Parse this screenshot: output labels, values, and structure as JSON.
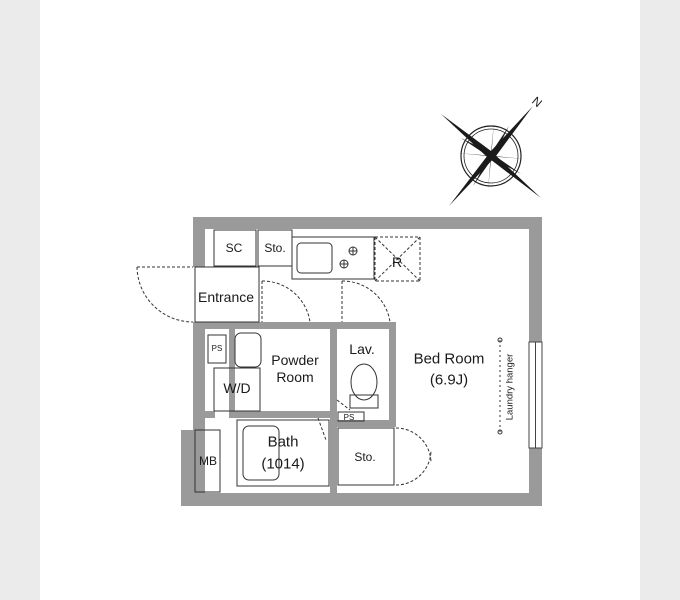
{
  "compass": {
    "north_letter": "N",
    "icon": "compass-rose-icon"
  },
  "rooms": {
    "sc": "SC",
    "storage_top": "Sto.",
    "refrigerator": "R",
    "entrance": "Entrance",
    "ps_left": "PS",
    "powder_room_line1": "Powder",
    "powder_room_line2": "Room",
    "wd": "W/D",
    "lavatory": "Lav.",
    "ps_small": "PS",
    "bed_room_line1": "Bed Room",
    "bed_room_line2": "(6.9J)",
    "bath_line1": "Bath",
    "bath_line2": "(1014)",
    "storage_bottom": "Sto.",
    "mb": "MB",
    "laundry_hanger": "Laundry hanger"
  },
  "colors": {
    "wall": "#9a9a9a",
    "wall_dark": "#6f6f6f",
    "line": "#333333",
    "page_bg": "#ebebeb",
    "sheet_bg": "#ffffff"
  }
}
